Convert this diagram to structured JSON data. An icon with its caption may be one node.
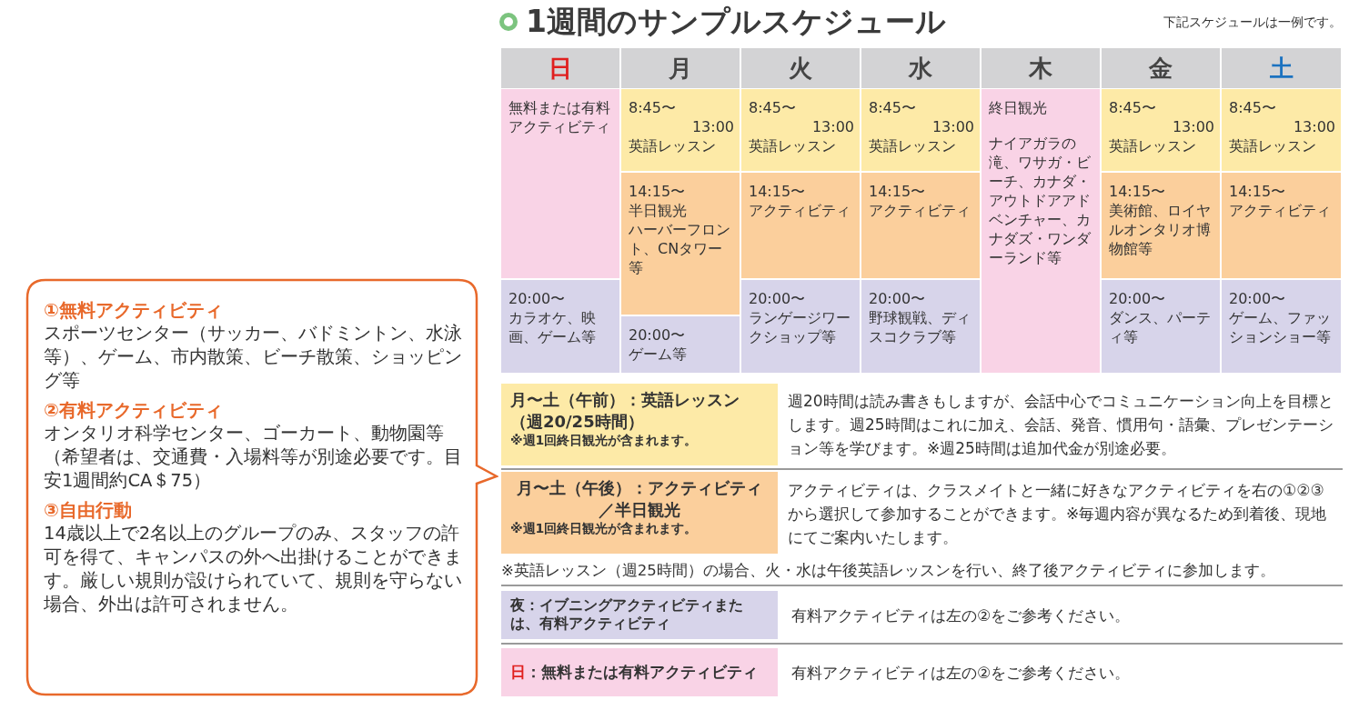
{
  "diagram": {
    "title": "1週間のサンプルスケジュール",
    "nodes": [
      {
        "text": [
          "①無料アクティビティ",
          "スポーツセンター（サッカー、バドミントン、水泳等）、ゲーム、市内散策、ビーチ散策、ショッピング等",
          "②有料アクティビティ",
          "オンタリオ科学センター、ゴーカート、動物園等（希望者は、交通費・入場料等が別途必要です。目安1週間約CA＄75）",
          "③自由行動",
          "14歳以上で2名以上のグループのみ、スタッフの許可を得て、キャンパスの外へ出掛けることができます。厳しい規則が設けられていて、規則を守らない場合、外出は許可されません。"
        ]
      }
    ],
    "labels": [
      "下記スケジュールは一例です。",
      "日",
      "月",
      "火",
      "水",
      "木",
      "金",
      "土",
      "無料または有料アクティビティ",
      "8:45〜",
      "13:00",
      "英語レッスン",
      "8:45〜",
      "13:00",
      "英語レッスン",
      "8:45〜",
      "13:00",
      "英語レッスン",
      "終日観光",
      "ナイアガラの滝、ワサガ・ビーチ、カナダ・アウトドアアドベンチャー、カナダズ・ワンダーランド等",
      "8:45〜",
      "13:00",
      "英語レッスン",
      "8:45〜",
      "13:00",
      "英語レッスン",
      "14:15〜",
      "半日観光",
      "ハーバーフロント、CNタワー等",
      "14:15〜",
      "アクティビティ",
      "14:15〜",
      "アクティビティ",
      "14:15〜",
      "美術館、ロイヤルオンタリオ博物館等",
      "14:15〜",
      "アクティビティ",
      "20:00〜",
      "カラオケ、映画、ゲーム等",
      "20:00〜",
      "ゲーム等",
      "20:00〜",
      "ランゲージワークショップ等",
      "20:00〜",
      "野球観戦、ディスコクラブ等",
      "20:00〜",
      "ダンス、パーティ等",
      "20:00〜",
      "ゲーム、ファッションショー等",
      "月〜土（午前）：英語レッスン（週20/25時間）",
      "※週1回終日観光が含まれます。",
      "週20時間は読み書きもしますが、会話中心でコミュニケーション向上を目標とします。週25時間はこれに加え、会話、発音、慣用句・語彙、プレゼンテーション等を学びます。※週25時間は追加代金が別途必要。",
      "月〜土（午後）：アクティビティ／半日観光",
      "※週1回終日観光が含まれます。",
      "アクティビティは、クラスメイトと一緒に好きなアクティビティを右の①②③から選択して参加することができます。※毎週内容が異なるため到着後、現地にてご案内いたします。",
      "※英語レッスン（週25時間）の場合、火・水は午後英語レッスンを行い、終了後アクティビティに参加します。",
      "夜：イブニングアクティビティまたは、有料アクティビティ",
      "有料アクティビティは左の②をご参考ください。",
      "日",
      "：無料または有料アクティビティ",
      "有料アクティビティは左の②をご参考ください。"
    ]
  }
}
